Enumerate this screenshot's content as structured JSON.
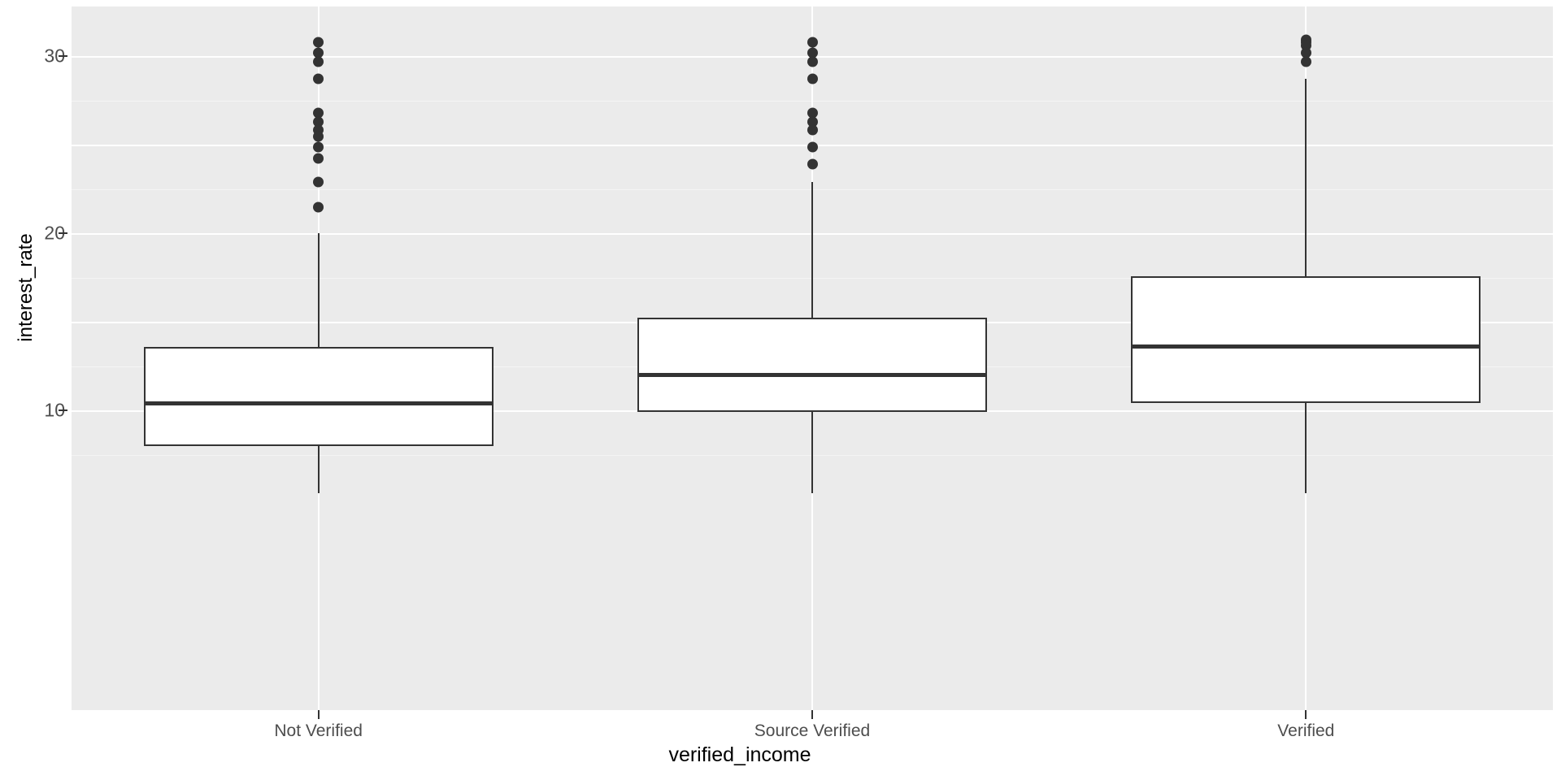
{
  "chart_data": {
    "type": "boxplot",
    "title": "",
    "xlabel": "verified_income",
    "ylabel": "interest_rate",
    "categories": [
      "Not Verified",
      "Source Verified",
      "Verified"
    ],
    "y_ticks": [
      10,
      20,
      30
    ],
    "y_tick_labels": [
      "10",
      "20",
      "30"
    ],
    "ylim": [
      4.6,
      31.6
    ],
    "grid": "major-and-minor-horizontal-white-on-grey",
    "legend": "none",
    "panel_background": "#ebebeb",
    "box_fill": "#ffffff",
    "box_stroke": "#333333",
    "outlier_color": "#333333",
    "boxes": [
      {
        "category": "Not Verified",
        "lower_whisker": 5.31,
        "q1": 7.96,
        "median": 10.41,
        "q3": 13.59,
        "upper_whisker": 20.0,
        "outliers": [
          30.79,
          30.17,
          29.69,
          28.72,
          26.77,
          26.3,
          25.82,
          25.44,
          24.85,
          24.2,
          22.9,
          21.45
        ]
      },
      {
        "category": "Source Verified",
        "lower_whisker": 5.31,
        "q1": 9.93,
        "median": 11.98,
        "q3": 15.22,
        "upper_whisker": 22.9,
        "outliers": [
          30.79,
          30.17,
          29.69,
          28.72,
          26.77,
          26.3,
          25.82,
          24.85,
          23.88
        ]
      },
      {
        "category": "Verified",
        "lower_whisker": 5.31,
        "q1": 10.42,
        "median": 13.59,
        "q3": 17.58,
        "upper_whisker": 28.72,
        "outliers": [
          30.94,
          30.79,
          30.6,
          30.17,
          29.69
        ]
      }
    ]
  },
  "axis": {
    "y_title": "interest_rate",
    "x_title": "verified_income"
  }
}
